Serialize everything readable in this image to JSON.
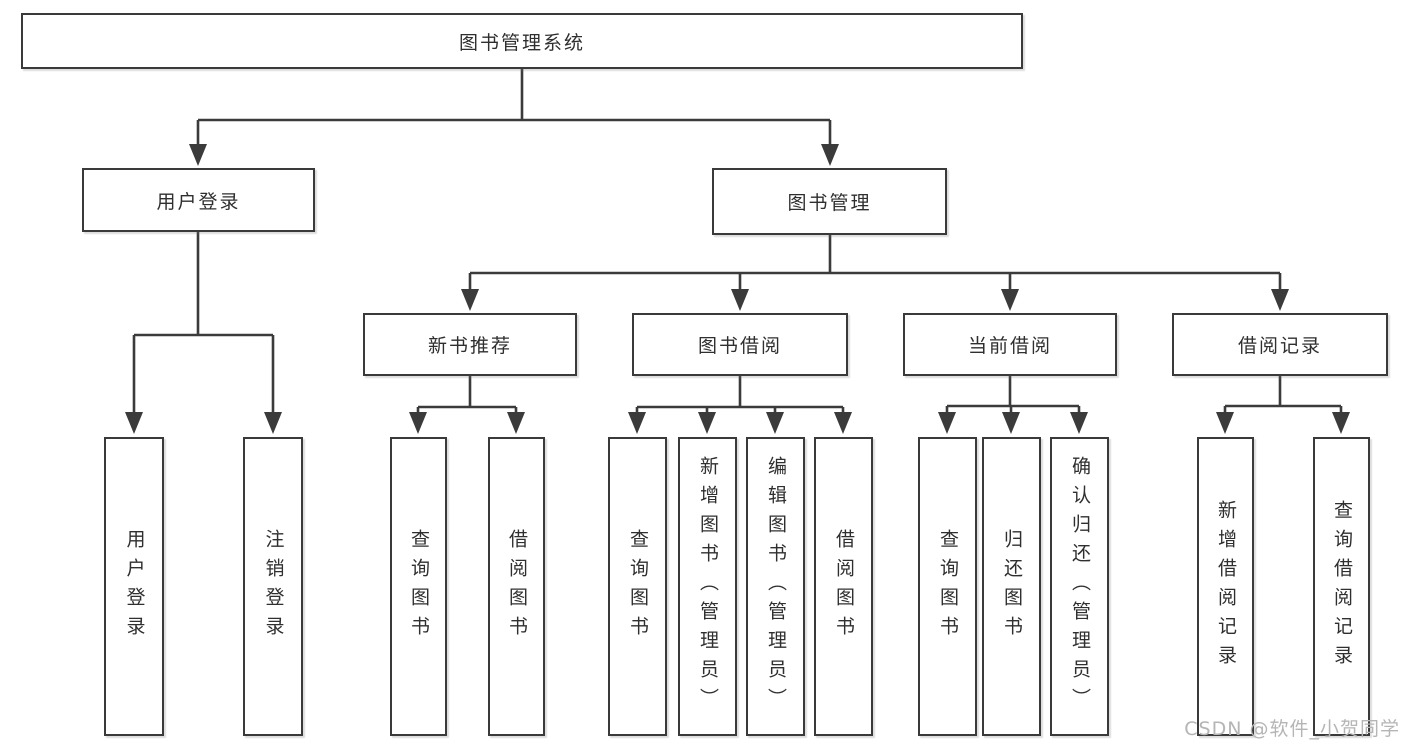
{
  "diagram": {
    "type": "tree-structure-chart",
    "colors": {
      "line": "#3b3b3b",
      "box_border": "#3a3a3a",
      "text": "#2f2f2f",
      "watermark_text": "#b5b5b5",
      "background": "#ffffff"
    },
    "tree": {
      "root": {
        "label": "图书管理系统",
        "children": [
          {
            "label": "用户登录",
            "children": [
              {
                "label": "用户登录"
              },
              {
                "label": "注销登录"
              }
            ]
          },
          {
            "label": "图书管理",
            "children": [
              {
                "label": "新书推荐",
                "children": [
                  {
                    "label": "查询图书"
                  },
                  {
                    "label": "借阅图书"
                  }
                ]
              },
              {
                "label": "图书借阅",
                "children": [
                  {
                    "label": "查询图书"
                  },
                  {
                    "label": "新增图书（管理员）"
                  },
                  {
                    "label": "编辑图书（管理员）"
                  },
                  {
                    "label": "借阅图书"
                  }
                ]
              },
              {
                "label": "当前借阅",
                "children": [
                  {
                    "label": "查询图书"
                  },
                  {
                    "label": "归还图书"
                  },
                  {
                    "label": "确认归还（管理员）"
                  }
                ]
              },
              {
                "label": "借阅记录",
                "children": [
                  {
                    "label": "新增借阅记录"
                  },
                  {
                    "label": "查询借阅记录"
                  }
                ]
              }
            ]
          }
        ]
      }
    },
    "watermark": {
      "text": "CSDN @软件_小贺同学"
    }
  }
}
